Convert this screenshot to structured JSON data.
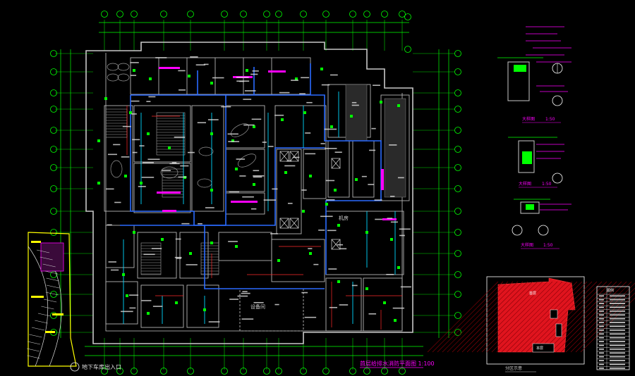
{
  "drawing": {
    "main_title": "首层给排水消防平面图 1:100",
    "entrance_label": "地下车库出入口",
    "detail_scale_1": "1:50",
    "detail_scale_2": "1:50",
    "detail_scale_3": "1:50",
    "detail_title_1": "大样图",
    "detail_title_2": "大样图",
    "detail_title_3": "大样图",
    "keyplan_title": "分区示意",
    "keyplan_label": "本层",
    "keyplan_room": "首层",
    "legend_header": "图例",
    "room_labels": [
      "设备间",
      "机房"
    ]
  },
  "colors": {
    "background": "#000000",
    "walls": "#c8c8c8",
    "grid": "#00ff00",
    "pipe_blue": "#2a6bff",
    "pipe_cyan": "#00d8ff",
    "pipe_red": "#ff2a2a",
    "annotation_magenta": "#ff00ff",
    "text_yellow": "#ffff00",
    "hatch_red": "#e0141e"
  },
  "icons": {
    "section_marker": "circle-axis-marker",
    "valve": "green-square-valve"
  }
}
